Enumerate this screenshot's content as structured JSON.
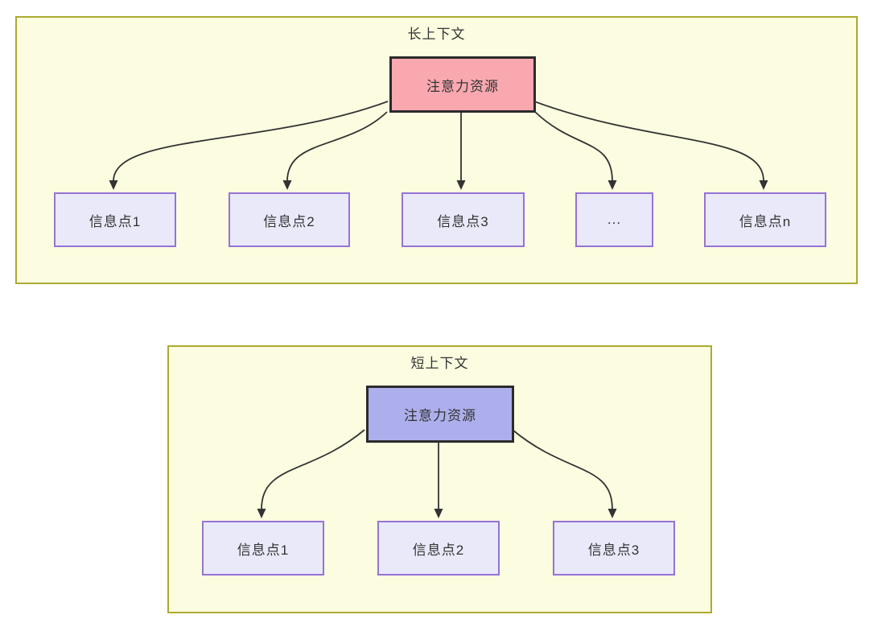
{
  "diagram": {
    "top": {
      "title": "长上下文",
      "source": {
        "label": "注意力资源",
        "fill": "#f9a8b0",
        "border": "#2b2b2b"
      },
      "nodes": [
        {
          "label": "信息点1"
        },
        {
          "label": "信息点2"
        },
        {
          "label": "信息点3"
        },
        {
          "label": "..."
        },
        {
          "label": "信息点n"
        }
      ]
    },
    "bottom": {
      "title": "短上下文",
      "source": {
        "label": "注意力资源",
        "fill": "#adafec",
        "border": "#2b2b2b"
      },
      "nodes": [
        {
          "label": "信息点1"
        },
        {
          "label": "信息点2"
        },
        {
          "label": "信息点3"
        }
      ]
    },
    "colors": {
      "container_fill": "#fcfce0",
      "container_border": "#abab32",
      "info_node_fill": "#e9e9fa",
      "info_node_border": "#9673d6",
      "edge_stroke": "#333333",
      "text": "#333333"
    }
  }
}
